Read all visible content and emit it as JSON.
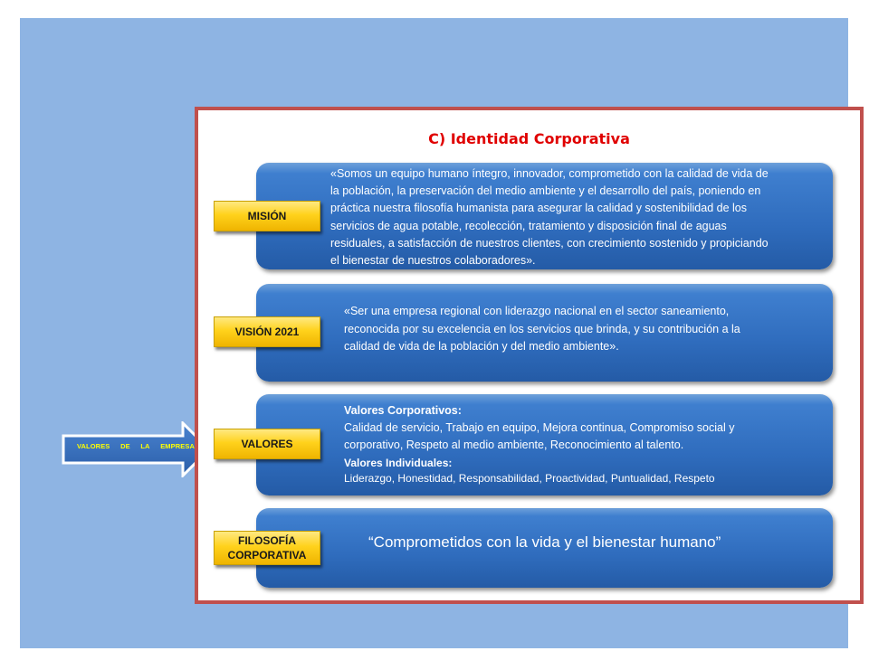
{
  "title": "C) Identidad Corporativa",
  "arrow_label": [
    "VALORES",
    "DE",
    "LA",
    "EMPRESA"
  ],
  "sections": {
    "mision": {
      "label": "MISIÓN",
      "lines": [
        "«Somos un equipo humano íntegro, innovador, comprometido con la calidad de vida de",
        "la población, la preservación del medio ambiente y el desarrollo del país, poniendo en",
        "práctica nuestra filosofía humanista para asegurar la calidad y sostenibilidad de los",
        "servicios de agua potable, recolección, tratamiento y disposición final de aguas",
        "residuales, a satisfacción de nuestros clientes, con crecimiento sostenido y propiciando",
        "el bienestar de nuestros colaboradores»."
      ]
    },
    "vision": {
      "label": "VISIÓN 2021",
      "lines": [
        "«Ser una empresa regional con liderazgo nacional en el sector saneamiento,",
        "reconocida por su excelencia en los servicios que brinda, y su contribución a la",
        "calidad de vida de la población y del medio ambiente»."
      ]
    },
    "valores": {
      "label": "VALORES",
      "corporativos_heading": "Valores Corporativos:",
      "corporativos_lines": [
        "Calidad de servicio, Trabajo en equipo, Mejora continua, Compromiso social y",
        "corporativo, Respeto al medio ambiente, Reconocimiento al talento."
      ],
      "individuales_heading": "Valores Individuales:",
      "individuales_text": "Liderazgo,  Honestidad,  Responsabilidad, Proactividad, Puntualidad, Respeto"
    },
    "filosofia": {
      "label_lines": [
        "FILOSOFÍA",
        "CORPORATIVA"
      ],
      "quote": "“Comprometidos con la vida y el bienestar humano”"
    }
  },
  "colors": {
    "background": "#8eb4e3",
    "frame_border": "#c0504d",
    "title": "#e00000",
    "panel": "#2f6cbd",
    "tag": "#ffd21c",
    "arrow_label": "#ffff00"
  }
}
